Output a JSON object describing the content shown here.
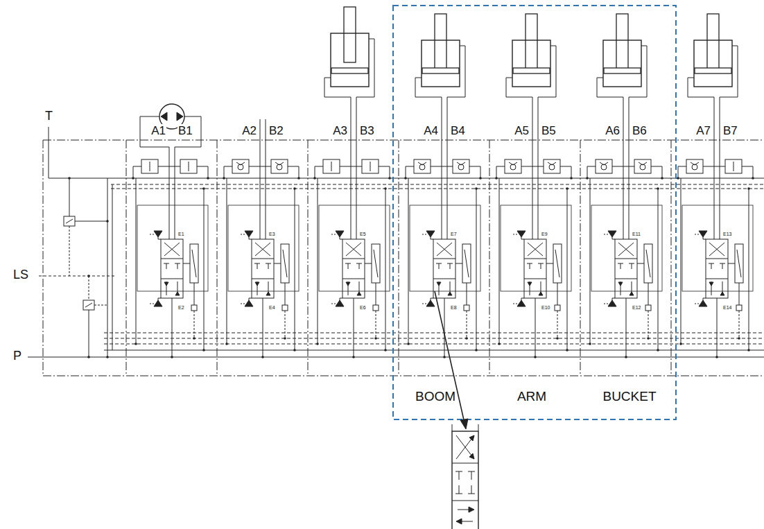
{
  "diagram": {
    "labels": [
      "T",
      "A1",
      "B1",
      "A2",
      "B2",
      "A3",
      "B3",
      "A4",
      "B4",
      "A5",
      "B5",
      "A6",
      "B6",
      "A7",
      "B7",
      "LS",
      "P",
      "E1",
      "E2",
      "E3",
      "E4",
      "E5",
      "E6",
      "E7",
      "E8",
      "E9",
      "E10",
      "E11",
      "E12",
      "E13",
      "E14",
      "BOOM",
      "ARM",
      "BUCKET"
    ]
  }
}
